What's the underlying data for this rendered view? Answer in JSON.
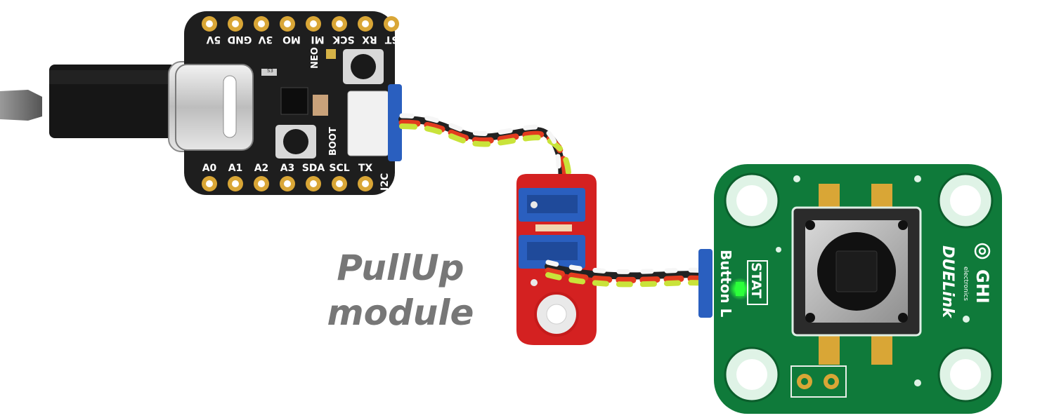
{
  "caption": {
    "line1": "PullUp",
    "line2": "module"
  },
  "mcu_board": {
    "top_pins": [
      "5V",
      "GND",
      "3V",
      "MO",
      "MI",
      "SCK",
      "RX",
      "RST"
    ],
    "bottom_pins": [
      "A0",
      "A1",
      "A2",
      "A3",
      "SDA",
      "SCL",
      "TX"
    ],
    "labels": {
      "neo": "NEO",
      "boot": "BOOT",
      "i2c": "I2C",
      "s3": "S3"
    }
  },
  "button_module": {
    "brand": "GHI",
    "brand_sub": "electronics",
    "product": "DUELink",
    "stat_label": "STAT",
    "name_label": "Button L",
    "led_color": "#2cff3a"
  },
  "colors": {
    "mcu_pcb": "#1e1e1e",
    "pullup_pcb": "#d42121",
    "button_pcb": "#0f7a3a",
    "connector": "#2a5fbf",
    "pad": "#d9a636"
  }
}
